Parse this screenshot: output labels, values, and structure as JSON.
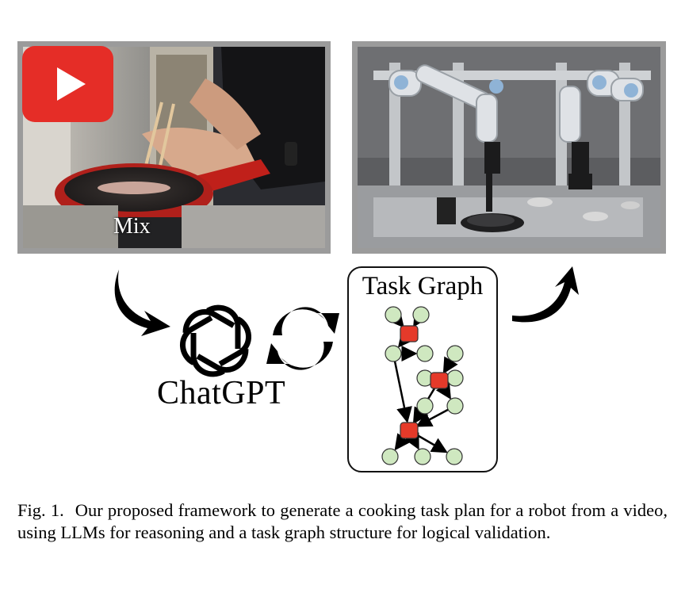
{
  "video_panel": {
    "action_label": "Mix"
  },
  "icons": {
    "play": "youtube-play-icon",
    "openai": "openai-logo-icon",
    "refresh": "refresh-cycle-icon",
    "arrow_down": "curved-arrow-down-icon",
    "arrow_up": "curved-arrow-up-icon"
  },
  "llm": {
    "label": "ChatGPT"
  },
  "task_graph": {
    "title": "Task Graph",
    "object_node_color": "#cfe8c0",
    "action_node_color": "#e53a2a"
  },
  "caption": {
    "figure_label": "Fig. 1.",
    "text": "Our proposed framework to generate a cooking task plan for a robot from a video, using LLMs for reasoning and a task graph structure for logical validation."
  }
}
